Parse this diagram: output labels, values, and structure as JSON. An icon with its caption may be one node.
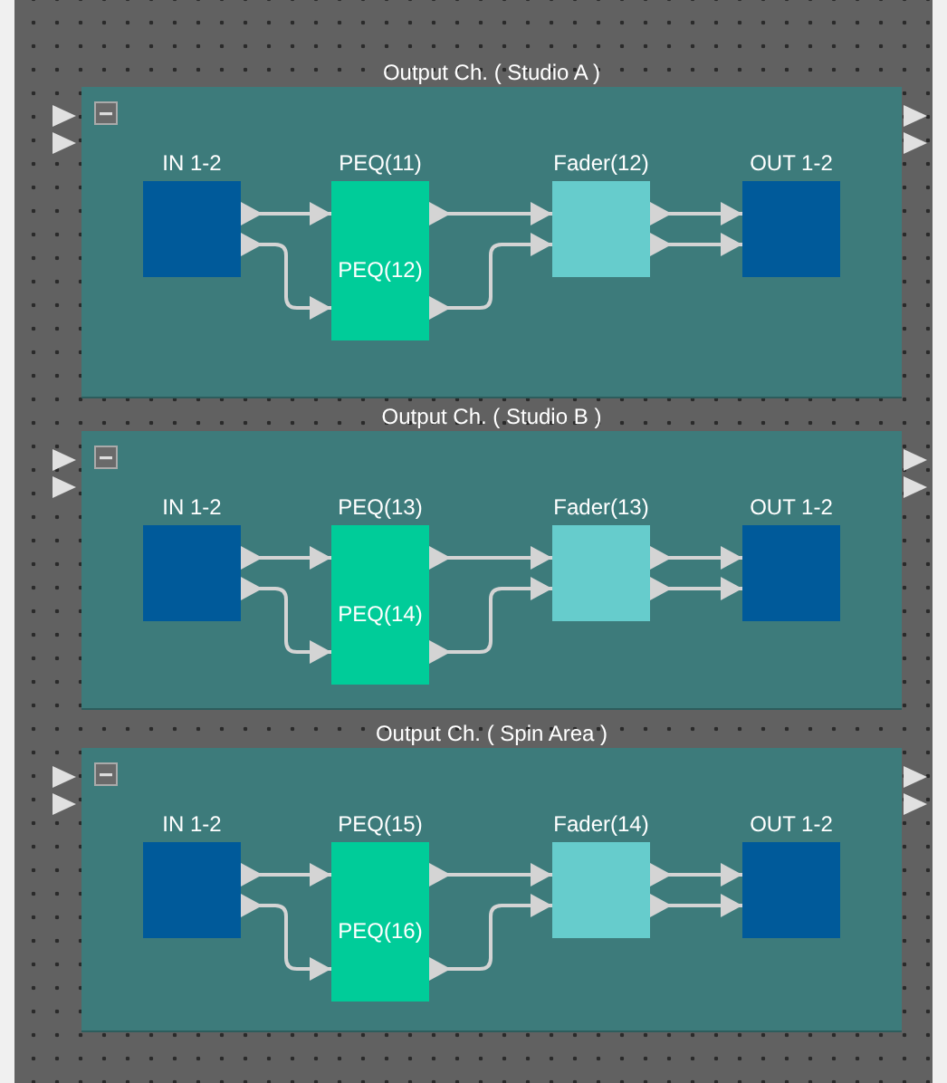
{
  "diagram": {
    "nodes": [
      {
        "text": [
          "Output Ch. ( Studio A )"
        ]
      },
      {
        "text": [
          "IN 1-2"
        ],
        "in": 0
      },
      {
        "text": [
          "PEQ(11)"
        ],
        "in": 0
      },
      {
        "text": [
          "PEQ(12)"
        ],
        "in": 0
      },
      {
        "text": [
          "Fader(12)"
        ],
        "in": 0
      },
      {
        "text": [
          "OUT 1-2"
        ],
        "in": 0
      },
      {
        "text": [
          "Output Ch. ( Studio B )"
        ]
      },
      {
        "text": [
          "IN 1-2"
        ],
        "in": 6
      },
      {
        "text": [
          "PEQ(13)"
        ],
        "in": 6
      },
      {
        "text": [
          "PEQ(14)"
        ],
        "in": 6
      },
      {
        "text": [
          "Fader(13)"
        ],
        "in": 6
      },
      {
        "text": [
          "OUT 1-2"
        ],
        "in": 6
      },
      {
        "text": [
          "Output Ch. ( Spin Area )"
        ]
      },
      {
        "text": [
          "IN 1-2"
        ],
        "in": 12
      },
      {
        "text": [
          "PEQ(15)"
        ],
        "in": 12
      },
      {
        "text": [
          "PEQ(16)"
        ],
        "in": 12
      },
      {
        "text": [
          "Fader(14)"
        ],
        "in": 12
      },
      {
        "text": [
          "OUT 1-2"
        ],
        "in": 12
      }
    ],
    "edges": [
      {
        "from": 1,
        "to": 2,
        "arrow": "to"
      },
      {
        "from": 1,
        "to": 3,
        "arrow": "to"
      },
      {
        "from": 2,
        "to": 4,
        "arrow": "to"
      },
      {
        "from": 3,
        "to": 4,
        "arrow": "to"
      },
      {
        "from": 4,
        "to": 5,
        "arrow": "to"
      },
      {
        "from": 4,
        "to": 5,
        "arrow": "to"
      },
      {
        "from": 7,
        "to": 8,
        "arrow": "to"
      },
      {
        "from": 7,
        "to": 9,
        "arrow": "to"
      },
      {
        "from": 8,
        "to": 10,
        "arrow": "to"
      },
      {
        "from": 9,
        "to": 10,
        "arrow": "to"
      },
      {
        "from": 10,
        "to": 11,
        "arrow": "to"
      },
      {
        "from": 10,
        "to": 11,
        "arrow": "to"
      },
      {
        "from": 13,
        "to": 14,
        "arrow": "to"
      },
      {
        "from": 13,
        "to": 15,
        "arrow": "to"
      },
      {
        "from": 14,
        "to": 16,
        "arrow": "to"
      },
      {
        "from": 15,
        "to": 16,
        "arrow": "to"
      },
      {
        "from": 16,
        "to": 17,
        "arrow": "to"
      },
      {
        "from": 16,
        "to": 17,
        "arrow": "to"
      }
    ]
  }
}
